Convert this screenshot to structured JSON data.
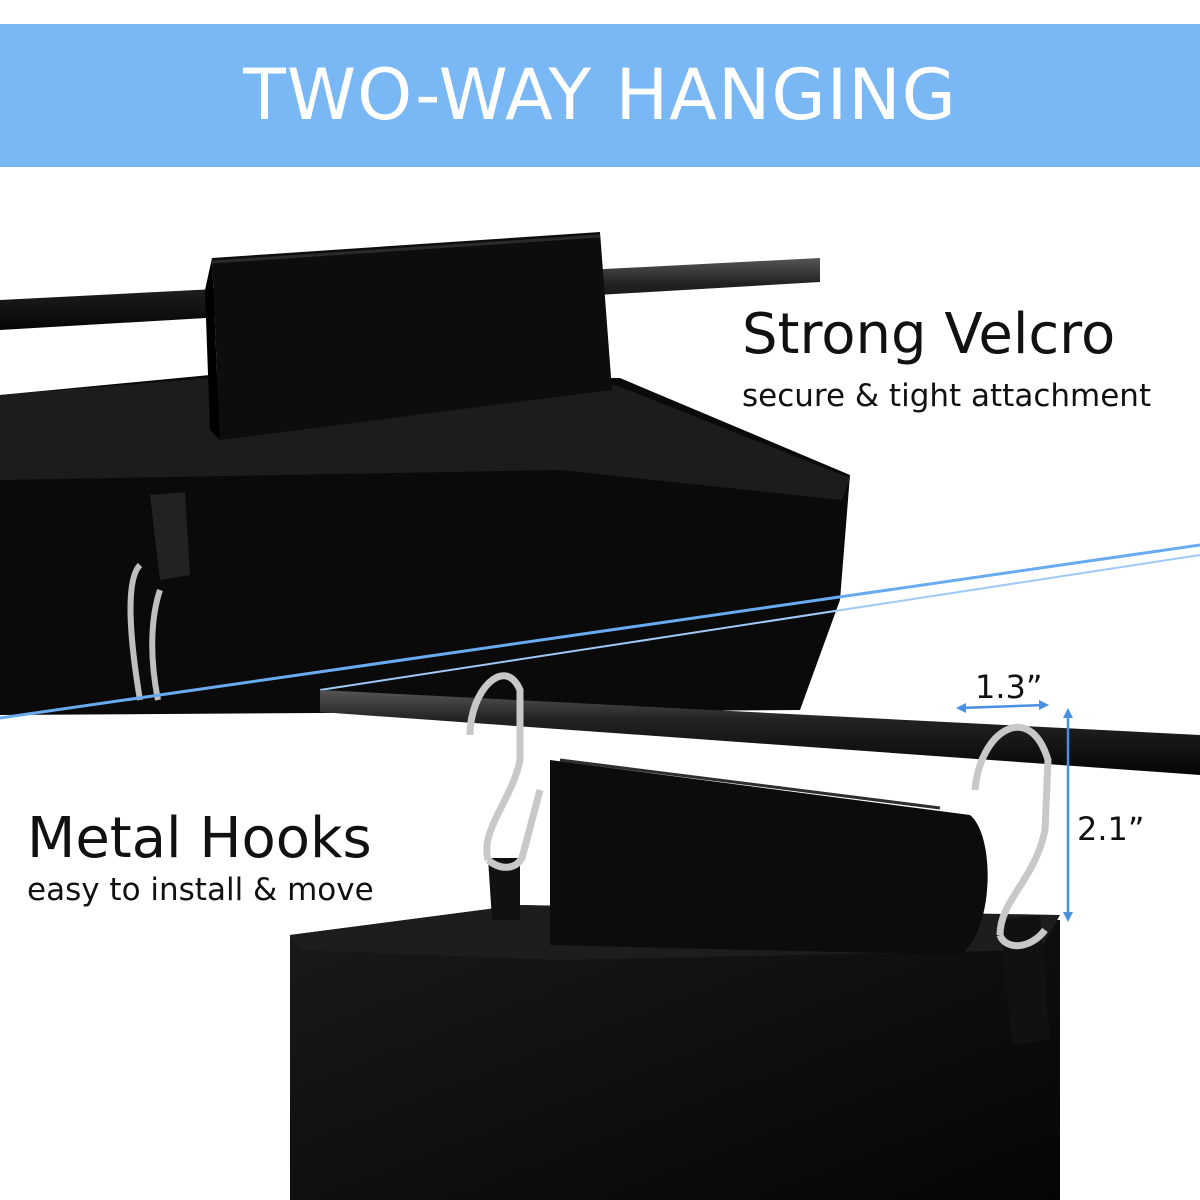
{
  "banner": {
    "title": "TWO-WAY HANGING",
    "color": "#7ab7f5"
  },
  "velcro": {
    "title": "Strong Velcro",
    "subtitle": "secure & tight attachment"
  },
  "hooks": {
    "title": "Metal Hooks",
    "subtitle": "easy to install & move"
  },
  "dimensions": {
    "width": "1.3”",
    "height": "2.1”"
  },
  "colors": {
    "product": "#0a0a0a",
    "rod": "#111111",
    "divider": "#6aaaf0",
    "metal": "#c8c8c8"
  }
}
